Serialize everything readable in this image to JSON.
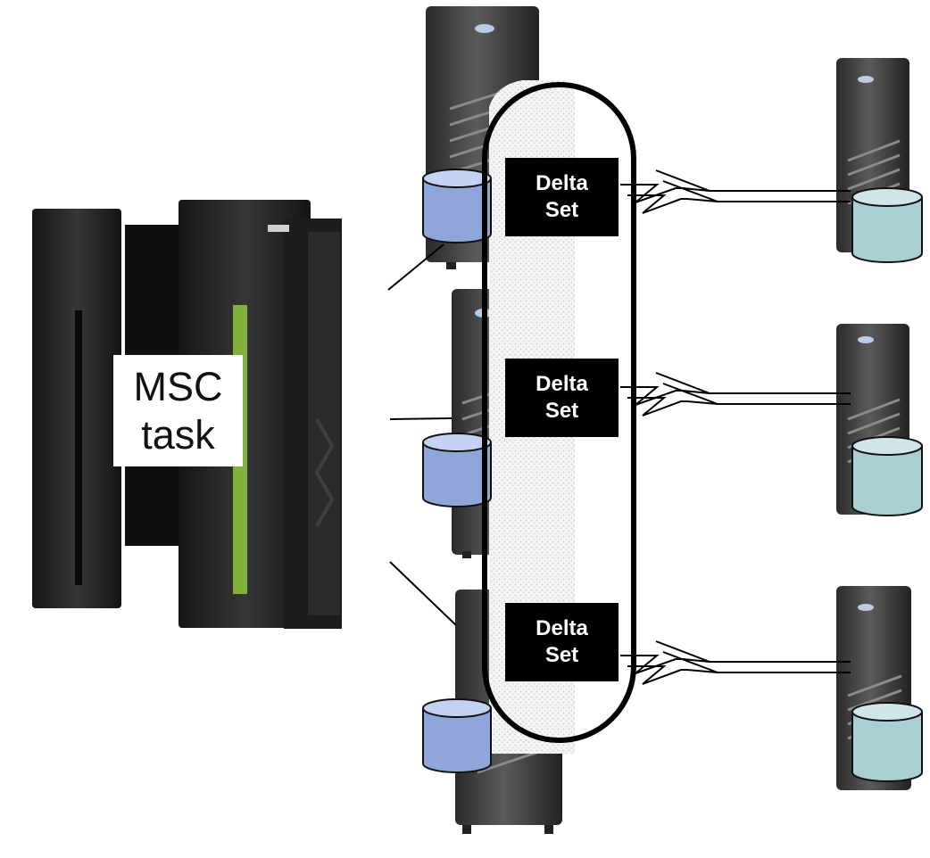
{
  "msc_label": {
    "line1": "MSC",
    "line2": "task"
  },
  "delta_sets": [
    {
      "line1": "Delta",
      "line2": "Set"
    },
    {
      "line1": "Delta",
      "line2": "Set"
    },
    {
      "line1": "Delta",
      "line2": "Set"
    }
  ],
  "colors": {
    "primary_disk": "#8fa6d8",
    "secondary_disk": "#a9cfd2",
    "server_body": "#4a4a4a",
    "mainframe_body": "#1f1f1f",
    "mainframe_accent": "#7fb23a",
    "delta_box": "#000000",
    "text_dark": "#111111"
  }
}
